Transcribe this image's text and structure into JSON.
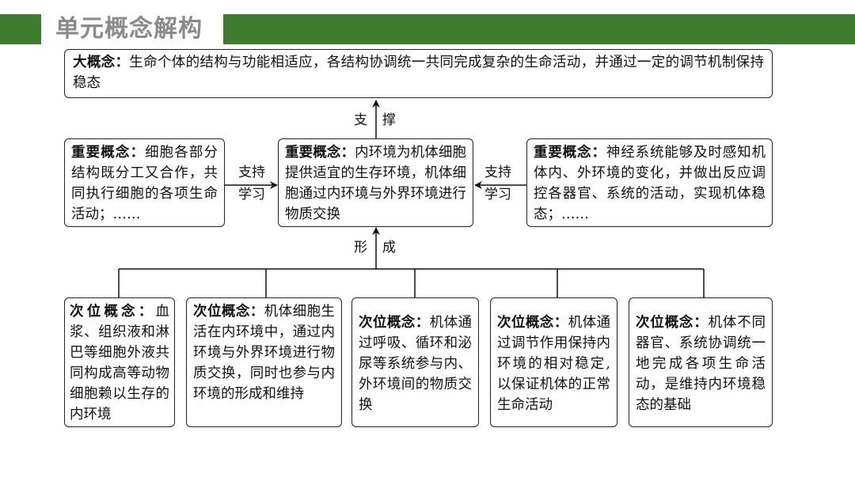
{
  "header": {
    "title": "单元概念解构"
  },
  "big_concept": {
    "label": "大概念：",
    "text": "生命个体的结构与功能相适应，各结构协调统一共同完成复杂的生命活动，并通过一定的调节机制保持稳态"
  },
  "edges": {
    "support_top_1": "支",
    "support_top_2": "撑",
    "left_1": "支持",
    "left_2": "学习",
    "right_1": "支持",
    "right_2": "学习",
    "form_1": "形",
    "form_2": "成"
  },
  "important_concepts": [
    {
      "label": "重要概念：",
      "text": "细胞各部分结构既分工又合作，共同执行细胞的各项生命活动；……"
    },
    {
      "label": "重要概念：",
      "text": "内环境为机体细胞提供适宜的生存环境，机体细胞通过内环境与外界环境进行物质交换"
    },
    {
      "label": "重要概念：",
      "text": "神经系统能够及时感知机体内、外环境的变化，并做出反应调控各器官、系统的活动，实现机体稳态；……"
    }
  ],
  "sub_concepts": [
    {
      "label": "次位概念：",
      "text": "血浆、组织液和淋巴等细胞外液共同构成高等动物细胞赖以生存的内环境"
    },
    {
      "label": "次位概念：",
      "text": "机体细胞生活在内环境中，通过内环境与外界环境进行物质交换，同时也参与内环境的形成和维持"
    },
    {
      "label": "次位概念：",
      "text": "机体通过呼吸、循环和泌尿等系统参与内、外环境间的物质交换"
    },
    {
      "label": "次位概念：",
      "text": "机体通过调节作用保持内环境的相对稳定,以保证机体的正常生命活动"
    },
    {
      "label": "次位概念：",
      "text": "机体不同器官、系统协调统一地完成各项生命活动，是维持内环境稳态的基础"
    }
  ]
}
